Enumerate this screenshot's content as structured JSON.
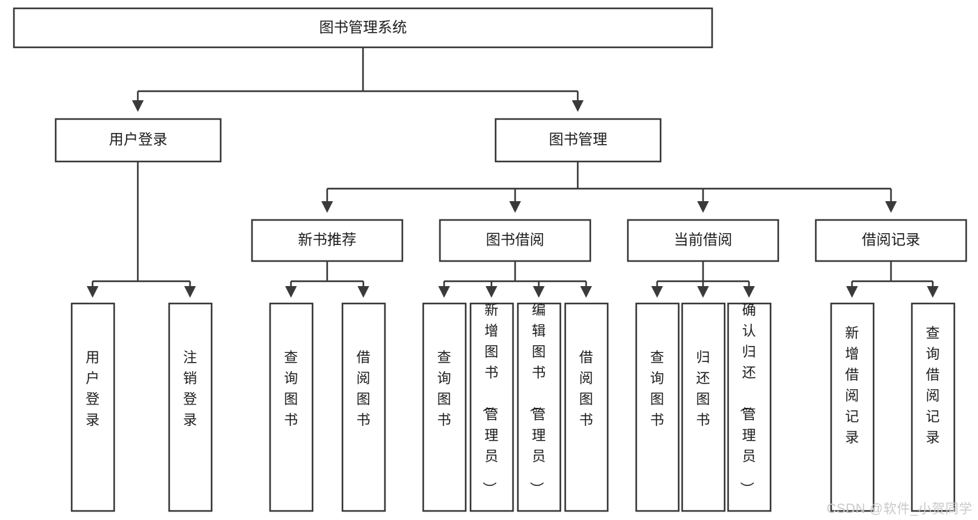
{
  "diagram": {
    "type": "tree-hierarchy",
    "title": "图书管理系统",
    "root": {
      "id": "root",
      "label": "图书管理系统",
      "orientation": "horizontal"
    },
    "level2": [
      {
        "id": "user-login",
        "label": "用户登录",
        "orientation": "horizontal"
      },
      {
        "id": "book-management",
        "label": "图书管理",
        "orientation": "horizontal"
      }
    ],
    "level3": [
      {
        "id": "new-book-recommend",
        "label": "新书推荐",
        "orientation": "horizontal",
        "parent": "book-management"
      },
      {
        "id": "book-borrow",
        "label": "图书借阅",
        "orientation": "horizontal",
        "parent": "book-management"
      },
      {
        "id": "current-borrow",
        "label": "当前借阅",
        "orientation": "horizontal",
        "parent": "book-management"
      },
      {
        "id": "borrow-record",
        "label": "借阅记录",
        "orientation": "horizontal",
        "parent": "book-management"
      }
    ],
    "leaves": [
      {
        "id": "leaf-user-login",
        "label": "用户登录",
        "orientation": "vertical",
        "parent": "user-login"
      },
      {
        "id": "leaf-user-logout",
        "label": "注销登录",
        "orientation": "vertical",
        "parent": "user-login"
      },
      {
        "id": "leaf-query-book-1",
        "label": "查询图书",
        "orientation": "vertical",
        "parent": "new-book-recommend"
      },
      {
        "id": "leaf-borrow-book-1",
        "label": "借阅图书",
        "orientation": "vertical",
        "parent": "new-book-recommend"
      },
      {
        "id": "leaf-query-book-2",
        "label": "查询图书",
        "orientation": "vertical",
        "parent": "book-borrow"
      },
      {
        "id": "leaf-add-book",
        "label": "新增图书（管理员）",
        "orientation": "vertical",
        "parent": "book-borrow"
      },
      {
        "id": "leaf-edit-book",
        "label": "编辑图书（管理员）",
        "orientation": "vertical",
        "parent": "book-borrow"
      },
      {
        "id": "leaf-borrow-book-2",
        "label": "借阅图书",
        "orientation": "vertical",
        "parent": "book-borrow"
      },
      {
        "id": "leaf-query-book-3",
        "label": "查询图书",
        "orientation": "vertical",
        "parent": "current-borrow"
      },
      {
        "id": "leaf-return-book",
        "label": "归还图书",
        "orientation": "vertical",
        "parent": "current-borrow"
      },
      {
        "id": "leaf-confirm-return",
        "label": "确认归还（管理员）",
        "orientation": "vertical",
        "parent": "current-borrow"
      },
      {
        "id": "leaf-add-borrow-record",
        "label": "新增借阅记录",
        "orientation": "vertical",
        "parent": "borrow-record"
      },
      {
        "id": "leaf-query-borrow-record",
        "label": "查询借阅记录",
        "orientation": "vertical",
        "parent": "borrow-record"
      }
    ],
    "colors": {
      "stroke": "#3a3a3a",
      "fill": "#ffffff",
      "text": "#1c1c1c",
      "watermark": "#c9c9c9"
    }
  },
  "watermark": {
    "text": "CSDN @软件_小贺同学"
  }
}
